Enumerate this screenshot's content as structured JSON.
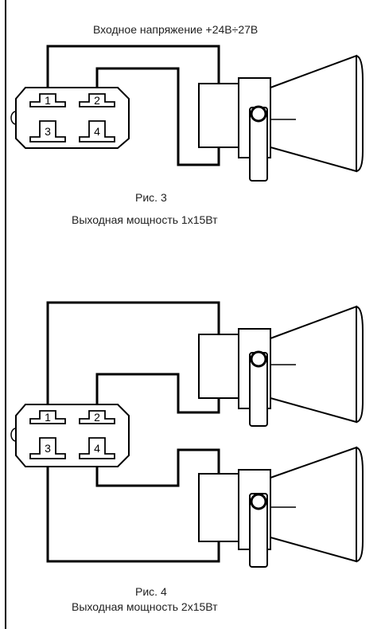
{
  "fig3": {
    "header": "Входное напряжение +24В÷27В",
    "caption": "Рис. 3",
    "subcaption": "Выходная мощность 1х15Вт",
    "pins": [
      "1",
      "2",
      "3",
      "4"
    ]
  },
  "fig4": {
    "caption": "Рис. 4",
    "subcaption": "Выходная мощность 2х15Вт",
    "pins": [
      "1",
      "2",
      "3",
      "4"
    ]
  },
  "colors": {
    "line": "#000000",
    "wire": "#1a1a1a"
  }
}
